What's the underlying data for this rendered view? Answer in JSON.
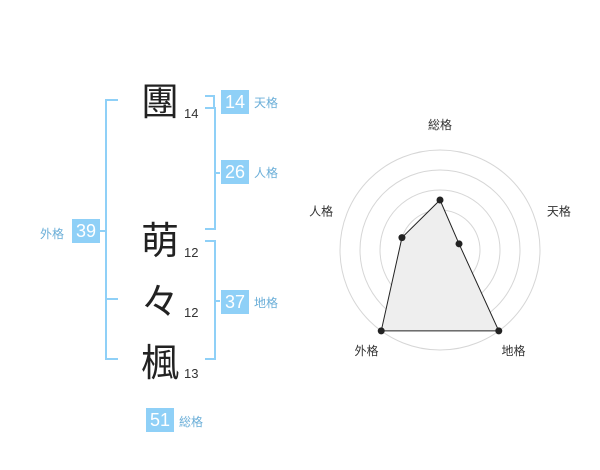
{
  "name": {
    "chars": [
      {
        "char": "團",
        "strokes": "14"
      },
      {
        "char": "萌",
        "strokes": "12"
      },
      {
        "char": "々",
        "strokes": "12"
      },
      {
        "char": "楓",
        "strokes": "13"
      }
    ]
  },
  "fortune": {
    "tenkaku": {
      "value": "14",
      "label": "天格"
    },
    "jinkaku": {
      "value": "26",
      "label": "人格"
    },
    "chikaku": {
      "value": "37",
      "label": "地格"
    },
    "gaikaku": {
      "value": "39",
      "label": "外格"
    },
    "soukaku": {
      "value": "51",
      "label": "総格"
    }
  },
  "colors": {
    "accent": "#8fd0f7",
    "label": "#6aaed8",
    "radar_fill": "#eeeeee"
  },
  "chart_data": {
    "type": "radar",
    "axes": [
      "総格",
      "天格",
      "地格",
      "外格",
      "人格"
    ],
    "values": [
      2.5,
      1,
      5,
      5,
      2
    ],
    "rmax": 5,
    "rings": 5
  }
}
